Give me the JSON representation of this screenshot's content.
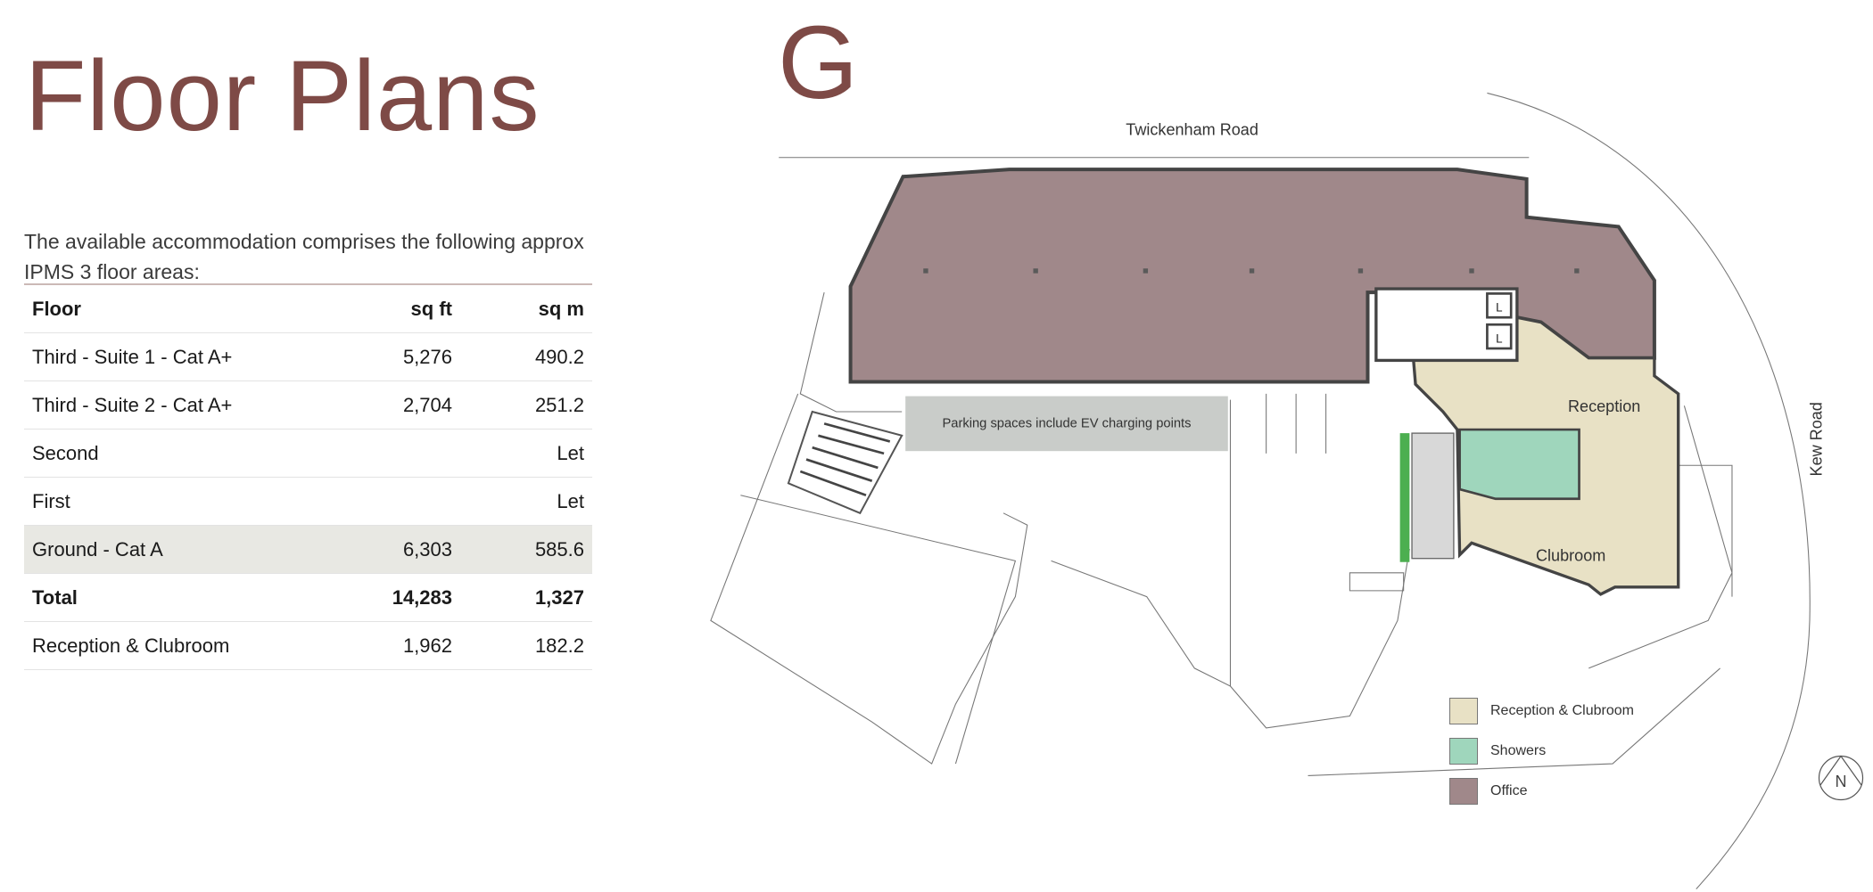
{
  "header": {
    "title": "Floor Plans",
    "floor_letter": "G"
  },
  "intro": "The available accommodation comprises the following approx IPMS 3 floor areas:",
  "table": {
    "headers": [
      "Floor",
      "sq ft",
      "sq m"
    ],
    "rows": [
      {
        "floor": "Third - Suite 1 - Cat A+",
        "sqft": "5,276",
        "sqm": "490.2"
      },
      {
        "floor": "Third - Suite 2 - Cat A+",
        "sqft": "2,704",
        "sqm": "251.2"
      },
      {
        "floor": "Second",
        "sqft": "",
        "sqm": "Let"
      },
      {
        "floor": "First",
        "sqft": "",
        "sqm": "Let"
      },
      {
        "floor": "Ground - Cat A",
        "sqft": "6,303",
        "sqm": "585.6"
      },
      {
        "floor": "Total",
        "sqft": "14,283",
        "sqm": "1,327"
      },
      {
        "floor": "Reception & Clubroom",
        "sqft": "1,962",
        "sqm": "182.2"
      }
    ]
  },
  "plan": {
    "road_top": "Twickenham Road",
    "road_right": "Kew Road",
    "parking_label": "Parking spaces include EV charging points",
    "reception_label": "Reception",
    "clubroom_label": "Clubroom",
    "lift_label": "L",
    "north_label": "N"
  },
  "legend": [
    {
      "label": "Reception & Clubroom",
      "color": "#e8e1c5"
    },
    {
      "label": "Showers",
      "color": "#9fd6bc"
    },
    {
      "label": "Office",
      "color": "#a0888a"
    }
  ],
  "colors": {
    "accent": "#7e4a46",
    "highlight_row": "#e8e8e3",
    "parking": "#c9ccc9"
  }
}
